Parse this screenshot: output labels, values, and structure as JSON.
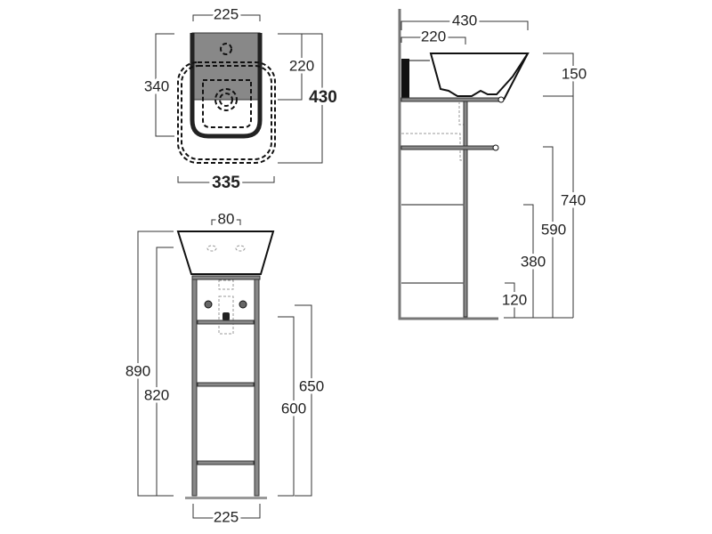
{
  "top_view": {
    "width_top": "225",
    "depth_left": "340",
    "depth_right_inner": "220",
    "depth_total": "430",
    "width_total": "335"
  },
  "side_view": {
    "depth_total": "430",
    "depth_inner": "220",
    "basin_height": "150",
    "height_740": "740",
    "height_590": "590",
    "height_380": "380",
    "height_120": "120"
  },
  "front_view": {
    "tap_spacing": "80",
    "height_total": "890",
    "height_820": "820",
    "height_650": "650",
    "height_600": "600",
    "base_width": "225"
  },
  "colors": {
    "metal": "#888888",
    "line": "#111111"
  }
}
